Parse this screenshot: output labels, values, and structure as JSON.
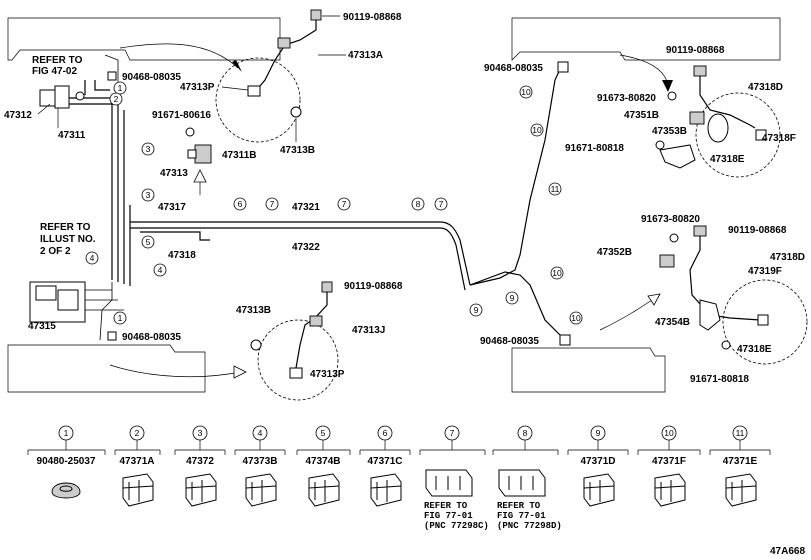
{
  "labels": {
    "p47313a": "47313A",
    "p90119_top": "90119-08868",
    "p47313p_top": "47313P",
    "p47313b_top": "47313B",
    "refer_to_1": "REFER TO",
    "fig_47_02": "FIG 47-02",
    "p90468_top": "90468-08035",
    "p47312": "47312",
    "p47311": "47311",
    "p91671_80616": "91671-80616",
    "p47311b": "47311B",
    "p47313": "47313",
    "p47317": "47317",
    "p47318": "47318",
    "refer_to_2": "REFER TO",
    "illust_no": "ILLUST NO.",
    "two_of_two": "2 OF 2",
    "p47315": "47315",
    "p90468_bot": "90468-08035",
    "p47321": "47321",
    "p47322": "47322",
    "p47313b_bot": "47313B",
    "p90119_mid": "90119-08868",
    "p47313j": "47313J",
    "p47313p_bot": "47313P",
    "p90468_right_top": "90468-08035",
    "p90468_right_bot": "90468-08035",
    "p90119_rt": "90119-08868",
    "p47318d_top": "47318D",
    "p91673_80820_top": "91673-80820",
    "p47351b": "47351B",
    "p47353b": "47353B",
    "p47318f": "47318F",
    "p91671_80818_top": "91671-80818",
    "p47318e_top": "47318E",
    "p91673_80820_bot": "91673-80820",
    "p90119_rb": "90119-08868",
    "p47352b": "47352B",
    "p47318d_bot": "47318D",
    "p47319f": "47319F",
    "p47354b": "47354B",
    "p47318e_bot": "47318E",
    "p91671_80818_bot": "91671-80818",
    "figure_code": "47A668"
  },
  "callouts": {
    "c1": "1",
    "c2": "2",
    "c3": "3",
    "c4": "4",
    "c5": "5",
    "c6": "6",
    "c7": "7",
    "c8": "8",
    "c9": "9",
    "c10": "10",
    "c11": "11"
  },
  "legend": [
    {
      "num": "1",
      "part": "90480-25037"
    },
    {
      "num": "2",
      "part": "47371A"
    },
    {
      "num": "3",
      "part": "47372"
    },
    {
      "num": "4",
      "part": "47373B"
    },
    {
      "num": "5",
      "part": "47374B"
    },
    {
      "num": "6",
      "part": "47371C"
    },
    {
      "num": "7",
      "part": "",
      "ref1": "REFER TO",
      "ref2": "FIG 77-01",
      "ref3": "(PNC 77298C)"
    },
    {
      "num": "8",
      "part": "",
      "ref1": "REFER TO",
      "ref2": "FIG 77-01",
      "ref3": "(PNC 77298D)"
    },
    {
      "num": "9",
      "part": "47371D"
    },
    {
      "num": "10",
      "part": "47371F"
    },
    {
      "num": "11",
      "part": "47371E"
    }
  ]
}
